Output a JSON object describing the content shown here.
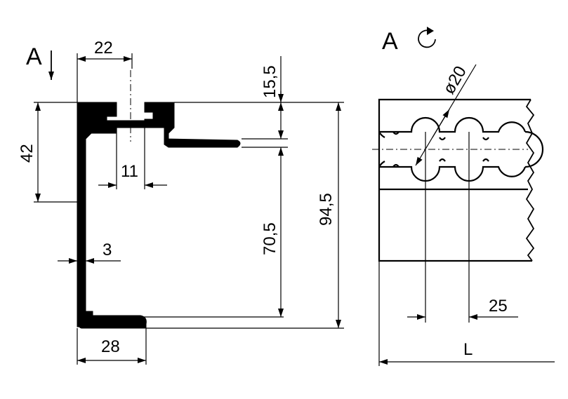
{
  "section_view": {
    "label": "A",
    "dimensions": {
      "top_width": "22",
      "slot_width": "11",
      "flange_height": "42",
      "wall_thickness": "3",
      "bottom_width": "28",
      "gap_height": "15,5",
      "inner_height": "70,5",
      "total_height": "94,5"
    }
  },
  "detail_view": {
    "label": "A",
    "rotation_icon": "rotate-clockwise-icon",
    "dimensions": {
      "hole_diameter": "ø20",
      "hole_pitch": "25",
      "length": "L"
    }
  }
}
